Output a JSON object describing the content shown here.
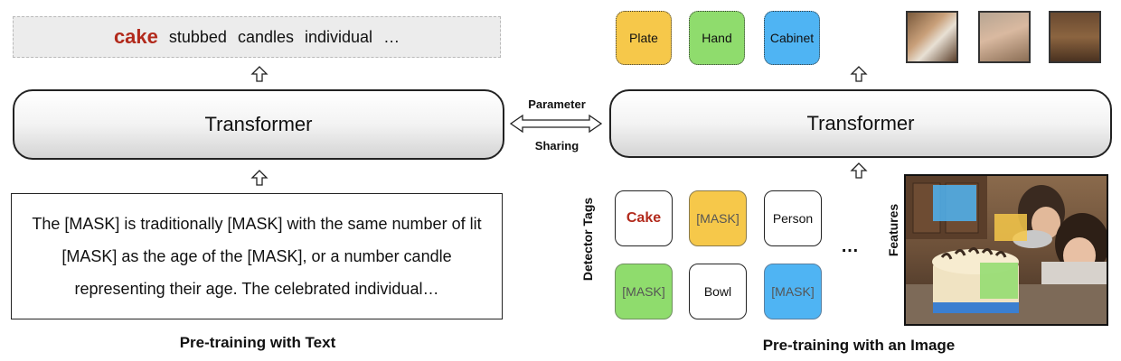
{
  "left": {
    "output": {
      "highlight": "cake",
      "words": [
        "stubbed",
        "candles",
        "individual",
        "…"
      ]
    },
    "transformer_label": "Transformer",
    "input_text": "The [MASK] is traditionally [MASK] with the same number of lit [MASK] as the age of the [MASK], or a number candle representing their age. The celebrated individual…",
    "caption": "Pre-training with Text"
  },
  "middle": {
    "sharing_line1": "Parameter",
    "sharing_line2": "Sharing"
  },
  "right": {
    "output_labels": [
      "Plate",
      "Hand",
      "Cabinet"
    ],
    "transformer_label": "Transformer",
    "detector_tags_label": "Detector Tags",
    "tags_row1": [
      "Cake",
      "[MASK]",
      "Person"
    ],
    "tags_row2": [
      "[MASK]",
      "Bowl",
      "[MASK]"
    ],
    "ellipsis": "…",
    "features_label": "Features",
    "caption": "Pre-training with an Image"
  },
  "colors": {
    "highlight": "#b22a1c",
    "yellow": "#f6c84a",
    "green": "#8fdc6d",
    "blue": "#4fb4f3"
  }
}
